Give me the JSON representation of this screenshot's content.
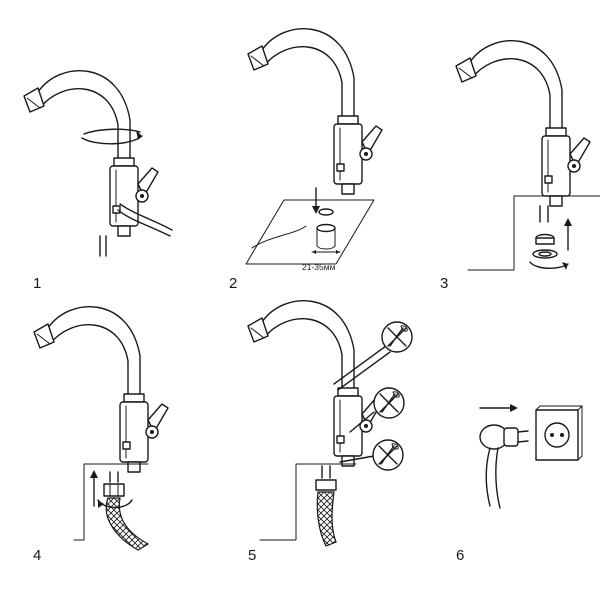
{
  "steps": [
    {
      "number": "1"
    },
    {
      "number": "2",
      "dimension_label": "21-35мм"
    },
    {
      "number": "3"
    },
    {
      "number": "4"
    },
    {
      "number": "5"
    },
    {
      "number": "6"
    }
  ],
  "icons": {
    "prohibited": "no-wrench-icon",
    "plug": "power-plug-icon",
    "socket": "wall-socket-icon"
  },
  "colors": {
    "line": "#1a1a1a",
    "background": "#ffffff"
  }
}
